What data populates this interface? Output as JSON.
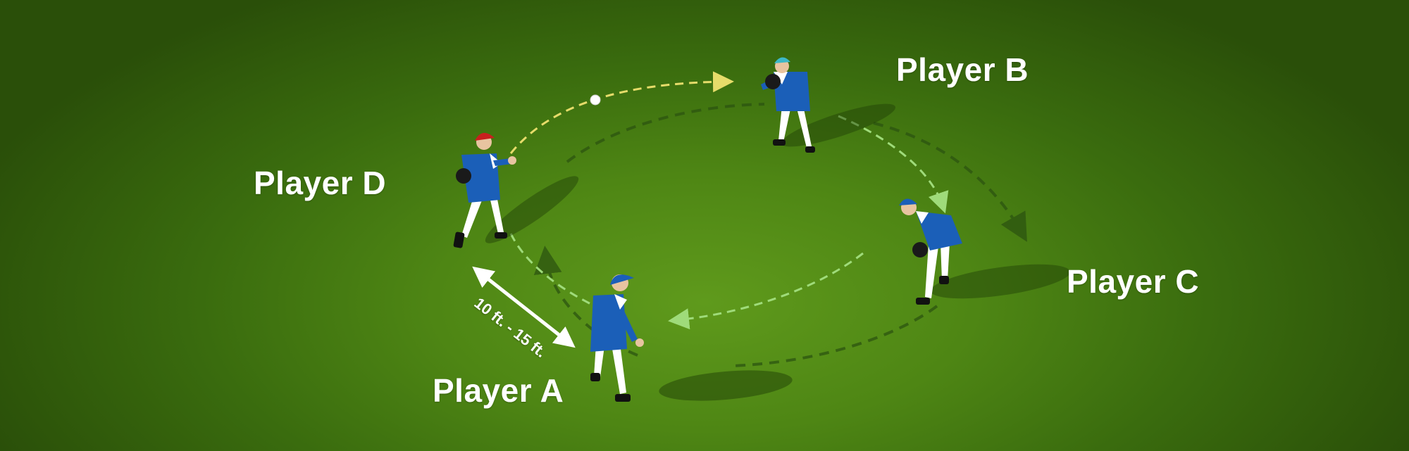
{
  "players": {
    "a": {
      "label": "Player A"
    },
    "b": {
      "label": "Player B"
    },
    "c": {
      "label": "Player C"
    },
    "d": {
      "label": "Player D"
    }
  },
  "distance": {
    "label": "10 ft. - 15 ft."
  },
  "colors": {
    "pass_throw": "#e6dc6a",
    "pass_light": "#9fdb7a",
    "path_dark": "#2c5410",
    "jersey": "#1b5fb8",
    "cap_d": "#c8201e",
    "cap_b": "#3db8c8",
    "arrow": "#ffffff"
  },
  "icons": [
    "ball-icon",
    "glove-icon",
    "double-arrow-icon"
  ]
}
